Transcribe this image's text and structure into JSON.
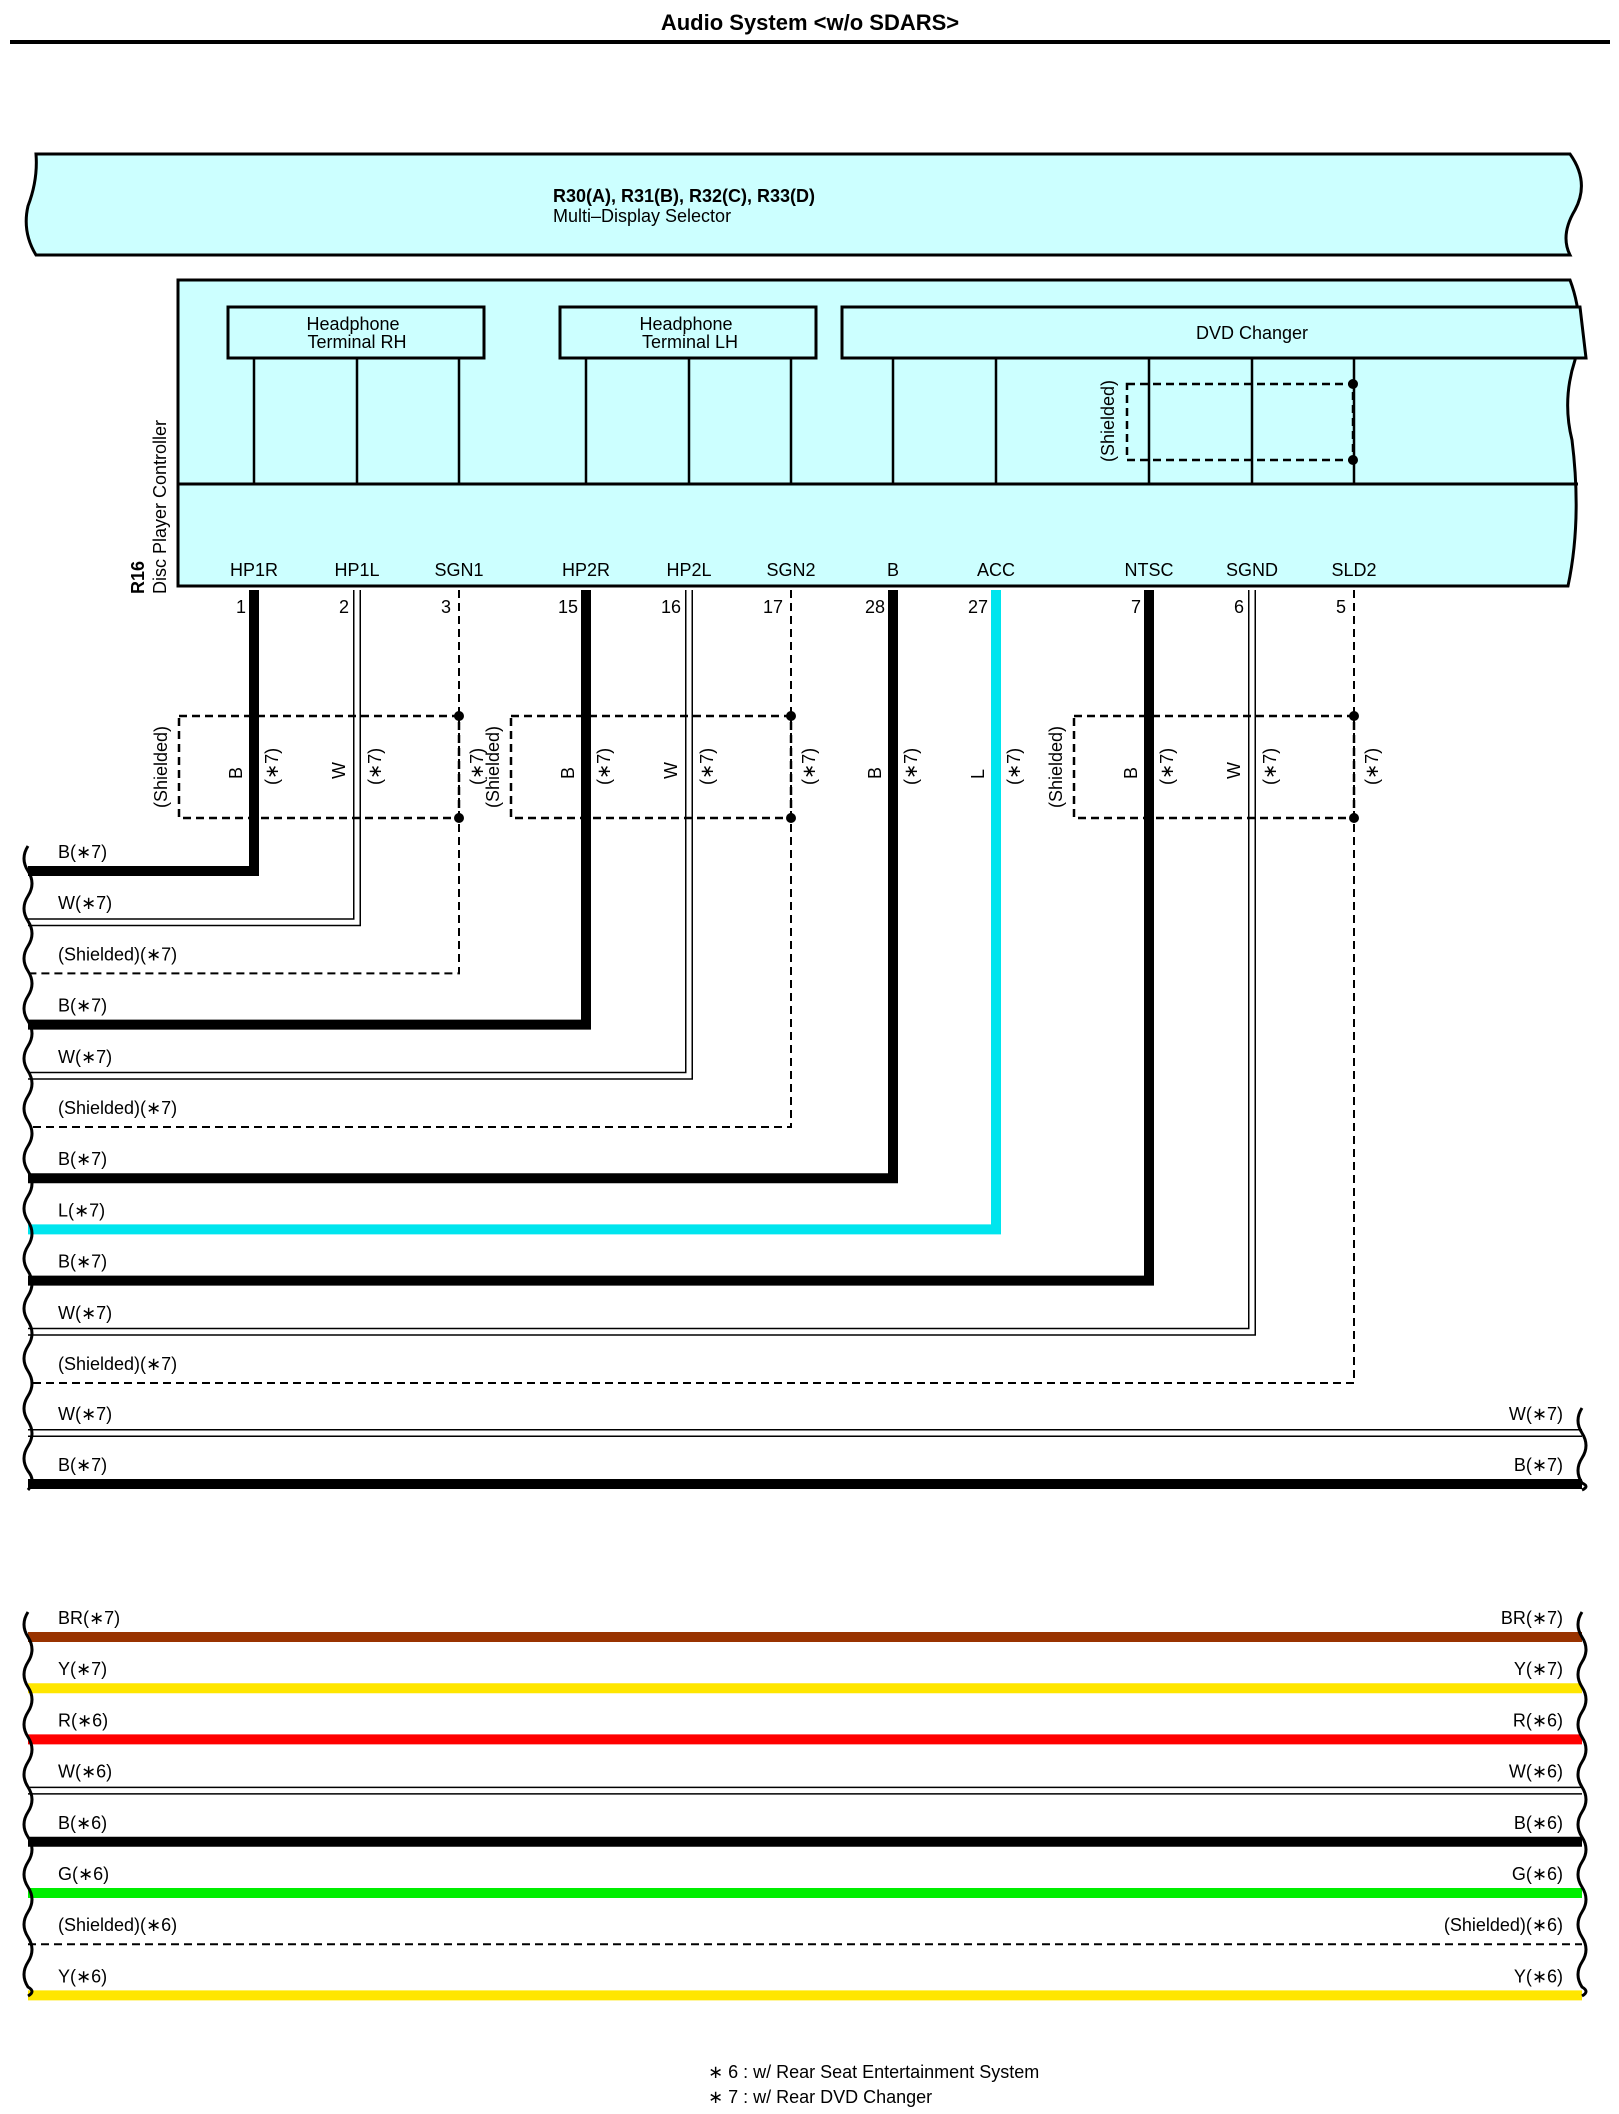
{
  "title": "Audio System <w/o SDARS>",
  "colors": {
    "cyan_fill": "#ccffff",
    "black": "#000000",
    "light_blue": "#00e5ee",
    "brown": "#993300",
    "yellow": "#ffe600",
    "red": "#ff0000",
    "green": "#00ee00"
  },
  "selector": {
    "ids": "R30(A), R31(B), R32(C), R33(D)",
    "name": "Multi–Display Selector"
  },
  "controller": {
    "id": "R16",
    "name": "Disc Player Controller"
  },
  "blocks": {
    "rh": [
      "Headphone",
      "Terminal RH"
    ],
    "lh": [
      "Headphone",
      "Terminal LH"
    ],
    "dvd": "DVD Changer",
    "shielded": "(Shielded)"
  },
  "pins": [
    {
      "name": "HP1R",
      "num": "1",
      "color": "B"
    },
    {
      "name": "HP1L",
      "num": "2",
      "color": "W"
    },
    {
      "name": "SGN1",
      "num": "3",
      "color": "(Shielded)"
    },
    {
      "name": "HP2R",
      "num": "15",
      "color": "B"
    },
    {
      "name": "HP2L",
      "num": "16",
      "color": "W"
    },
    {
      "name": "SGN2",
      "num": "17",
      "color": "(Shielded)"
    },
    {
      "name": "B",
      "num": "28",
      "color": "B"
    },
    {
      "name": "ACC",
      "num": "27",
      "color": "L"
    },
    {
      "name": "NTSC",
      "num": "7",
      "color": "B"
    },
    {
      "name": "SGND",
      "num": "6",
      "color": "W"
    },
    {
      "name": "SLD2",
      "num": "5",
      "color": "(Shielded)"
    }
  ],
  "note_mark": "(∗7)",
  "wires_left": [
    {
      "label": "B(∗7)",
      "color": "black"
    },
    {
      "label": "W(∗7)",
      "color": "white"
    },
    {
      "label": "(Shielded)(∗7)",
      "color": "shield"
    },
    {
      "label": "B(∗7)",
      "color": "black"
    },
    {
      "label": "W(∗7)",
      "color": "white"
    },
    {
      "label": "(Shielded)(∗7)",
      "color": "shield"
    },
    {
      "label": "B(∗7)",
      "color": "black"
    },
    {
      "label": "L(∗7)",
      "color": "light_blue"
    },
    {
      "label": "B(∗7)",
      "color": "black"
    },
    {
      "label": "W(∗7)",
      "color": "white"
    },
    {
      "label": "(Shielded)(∗7)",
      "color": "shield"
    }
  ],
  "wires_through": [
    {
      "left": "W(∗7)",
      "right": "W(∗7)",
      "color": "white"
    },
    {
      "left": "B(∗7)",
      "right": "B(∗7)",
      "color": "black"
    }
  ],
  "wires_lower": [
    {
      "left": "BR(∗7)",
      "right": "BR(∗7)",
      "color": "brown"
    },
    {
      "left": "Y(∗7)",
      "right": "Y(∗7)",
      "color": "yellow"
    },
    {
      "left": "R(∗6)",
      "right": "R(∗6)",
      "color": "red"
    },
    {
      "left": "W(∗6)",
      "right": "W(∗6)",
      "color": "white"
    },
    {
      "left": "B(∗6)",
      "right": "B(∗6)",
      "color": "black"
    },
    {
      "left": "G(∗6)",
      "right": "G(∗6)",
      "color": "green"
    },
    {
      "left": "(Shielded)(∗6)",
      "right": "(Shielded)(∗6)",
      "color": "shield"
    },
    {
      "left": "Y(∗6)",
      "right": "Y(∗6)",
      "color": "yellow"
    }
  ],
  "notes": [
    "∗ 6 : w/ Rear Seat Entertainment System",
    "∗ 7 : w/ Rear DVD Changer"
  ]
}
